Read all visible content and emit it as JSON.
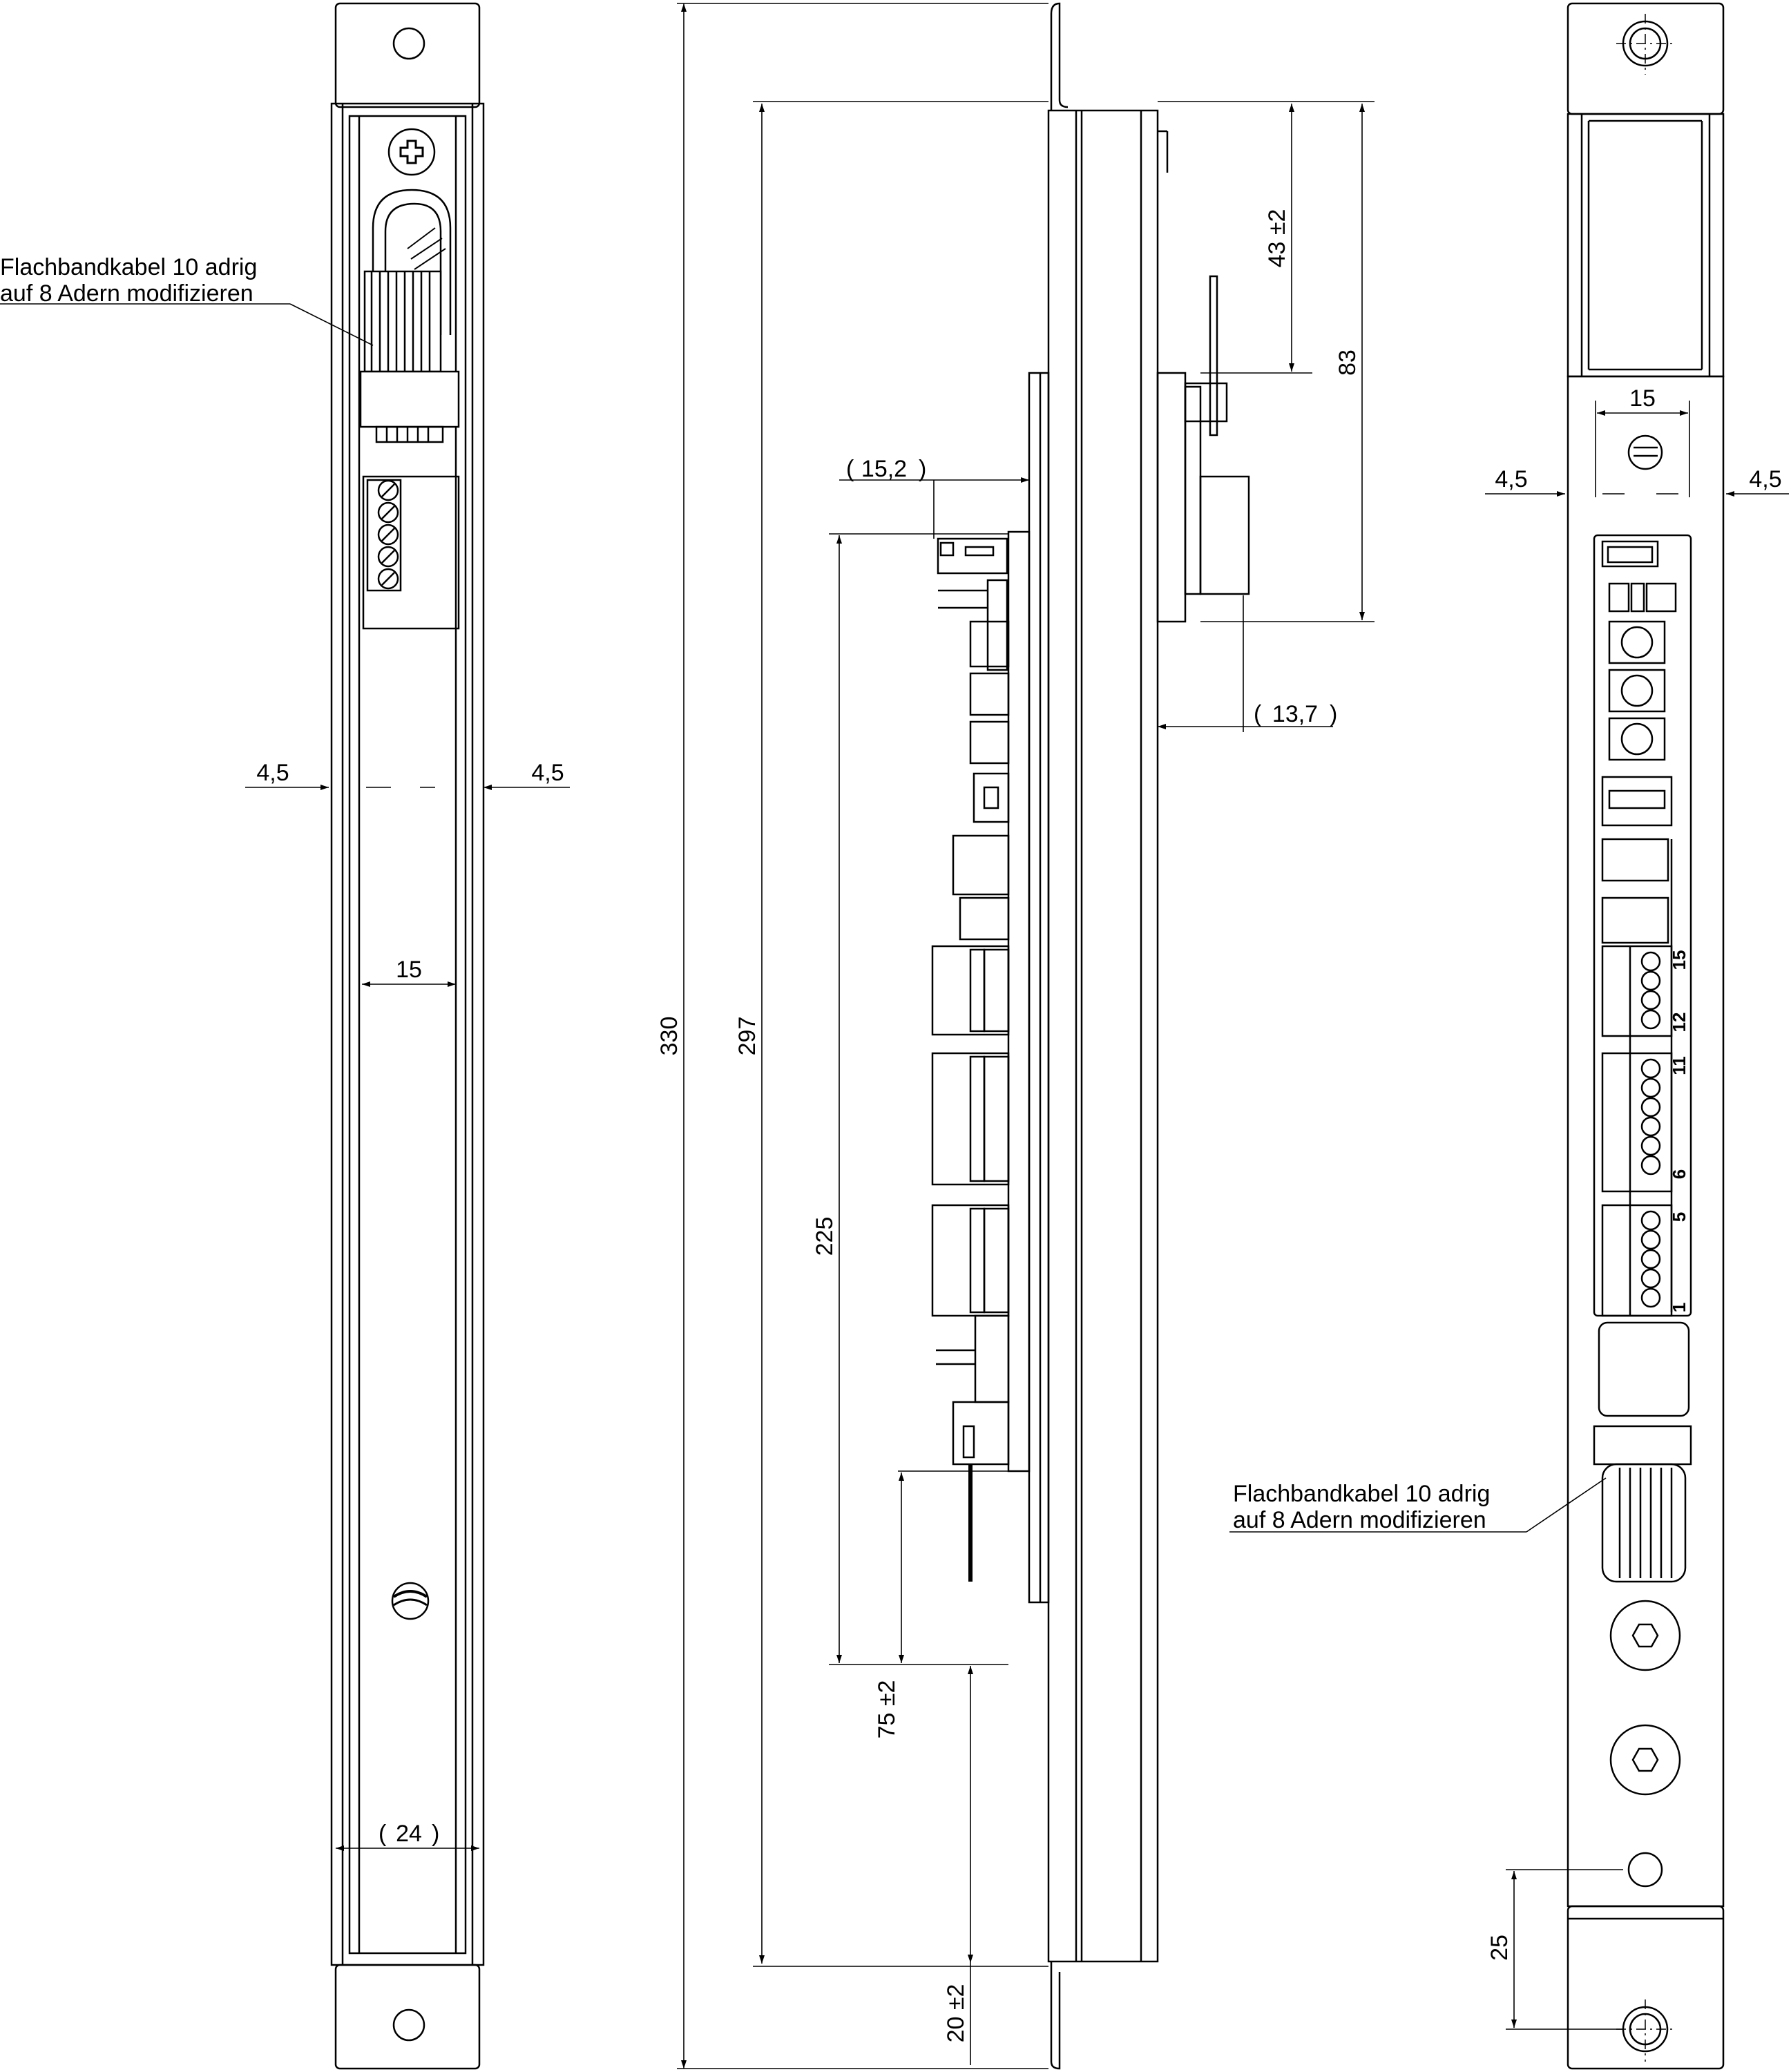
{
  "drawing": {
    "callout_left": {
      "line1": "Flachbandkabel 10 adrig",
      "line2": "auf 8 Adern modifizieren"
    },
    "callout_right": {
      "line1": "Flachbandkabel 10 adrig",
      "line2": "auf 8 Adern modifizieren"
    },
    "left_view": {
      "dim_side_left": "4,5",
      "dim_side_right": "4,5",
      "dim_width": "15",
      "dim_bottom": "24"
    },
    "side_view": {
      "dim_total": "330",
      "dim_body": "297",
      "dim_board": "225",
      "dim_pcb_offset": "15,2",
      "dim_top_offset": "43 ±2",
      "dim_top_block": "83",
      "dim_top_depth": "13,7",
      "dim_lower": "75 ±2",
      "dim_bottom": "20 ±2"
    },
    "right_view": {
      "dim_width": "15",
      "dim_side_left": "4,5",
      "dim_side_right": "4,5",
      "dim_bottom_hole": "25",
      "terminal_labels": [
        "15",
        "12",
        "11",
        "6",
        "5",
        "1"
      ]
    }
  }
}
